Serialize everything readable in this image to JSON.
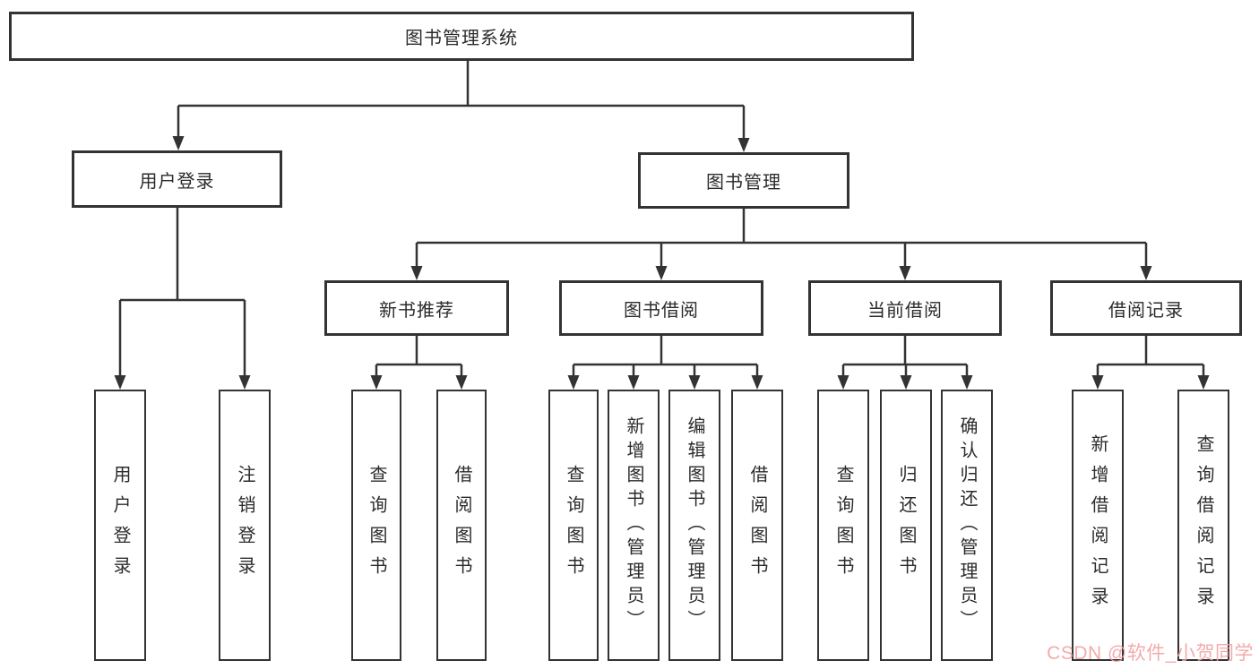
{
  "nodes": {
    "root": "图书管理系统",
    "user_login": "用户登录",
    "book_mgmt": "图书管理",
    "new_book_rec": "新书推荐",
    "book_borrow": "图书借阅",
    "current_borrow": "当前借阅",
    "borrow_record": "借阅记录",
    "ul_user_login": "用户登录",
    "ul_logout": "注销登录",
    "nb_query_book": "查询图书",
    "nb_borrow_book": "借阅图书",
    "bb_query_book": "查询图书",
    "bb_add_book": "新增图书（管理员）",
    "bb_edit_book": "编辑图书（管理员）",
    "bb_borrow_book": "借阅图书",
    "cb_query_book": "查询图书",
    "cb_return_book": "归还图书",
    "cb_confirm_return": "确认归还（管理员）",
    "br_add_record": "新增借阅记录",
    "br_query_record": "查询借阅记录"
  },
  "watermark": {
    "text": "CSDN @软件_小贺同学",
    "color": "#f2a2a2"
  },
  "colors": {
    "line": "#333333",
    "background": "#ffffff"
  }
}
